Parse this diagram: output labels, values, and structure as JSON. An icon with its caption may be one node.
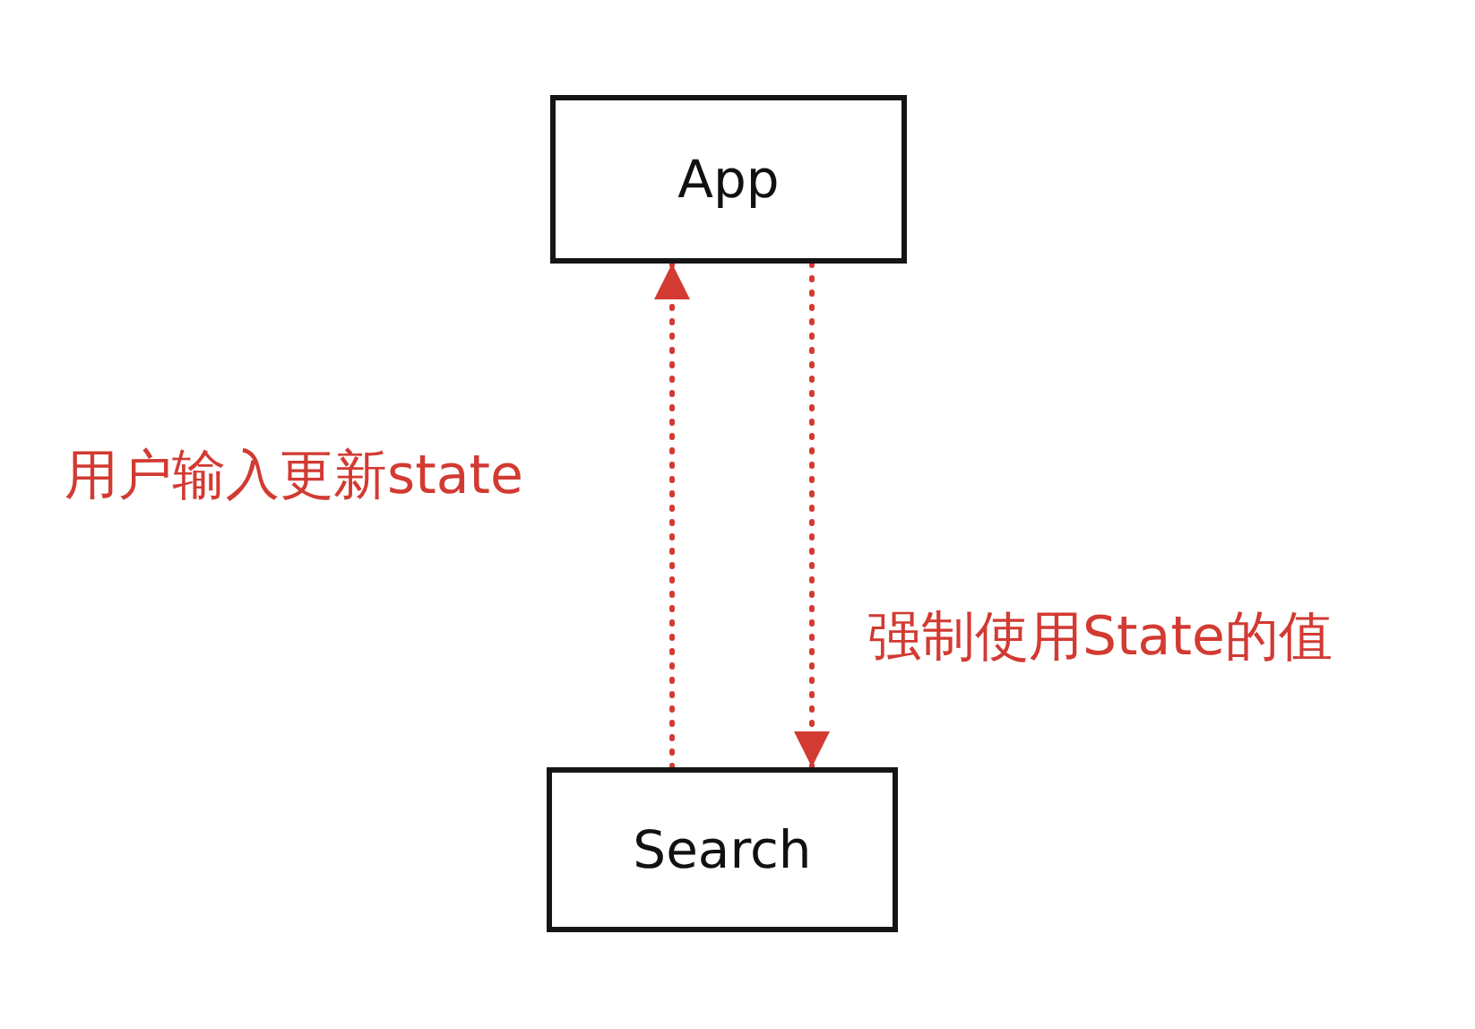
{
  "diagram": {
    "nodes": [
      {
        "text": [
          "App"
        ]
      },
      {
        "text": [
          "Search"
        ]
      }
    ],
    "edges": [
      {
        "from": 1,
        "to": 0,
        "arrow": "to",
        "label": "用户输入更新state",
        "style": "dashed"
      },
      {
        "from": 0,
        "to": 1,
        "arrow": "to",
        "label": "强制使用State的值",
        "style": "dashed"
      }
    ]
  }
}
